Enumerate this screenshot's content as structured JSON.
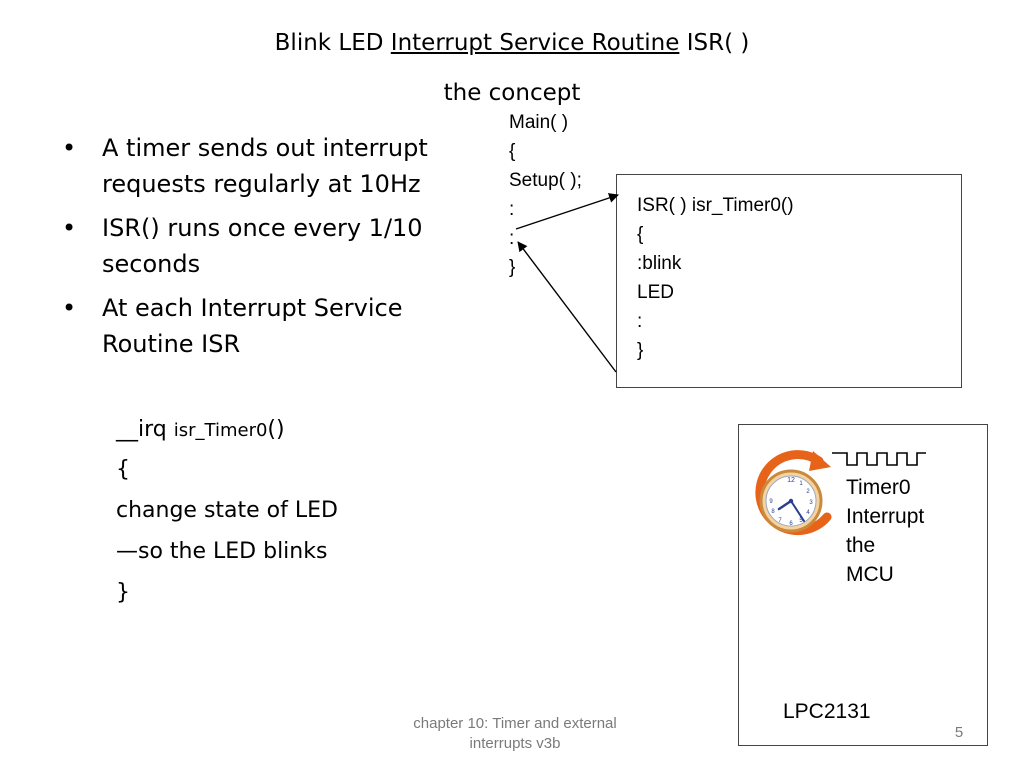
{
  "slide": {
    "title": {
      "pre": "Blink LED ",
      "underlined": "Interrupt Service Routine",
      "post": " ISR( )"
    },
    "subtitle": "the concept",
    "bullets": [
      {
        "marker": "•",
        "text": " A timer sends out interrupt requests regularly at 10Hz"
      },
      {
        "marker": "•",
        "text": "ISR() runs once every 1/10 seconds"
      },
      {
        "marker": "•",
        "text": "At each Interrupt Service Routine ISR"
      }
    ],
    "isr_listing": {
      "decl_prefix": "__irq ",
      "decl_name": "isr_Timer0",
      "decl_suffix": "()",
      "open": "{",
      "line1": " change state of LED",
      "line2": "—so the LED blinks",
      "close": "}"
    },
    "main_code": [
      "Main(  )",
      "{",
      "Setup( );",
      ":",
      ":",
      "}"
    ],
    "isr_box": [
      " ISR( ) isr_Timer0()",
      "{",
      ":blink",
      "LED",
      ":",
      "}"
    ],
    "mcu": {
      "label_lines": [
        "Timer0",
        "Interrupt",
        "the",
        "MCU"
      ],
      "chip": "LPC2131",
      "clock_icon_color": "#e8631a",
      "clock_numbers": [
        "12",
        "1",
        "2",
        "3",
        "4",
        "5",
        "6",
        "7",
        "8",
        "9"
      ]
    },
    "footer": {
      "line1": "chapter 10: Timer and external",
      "line2": "interrupts v3b",
      "page": "5"
    }
  }
}
